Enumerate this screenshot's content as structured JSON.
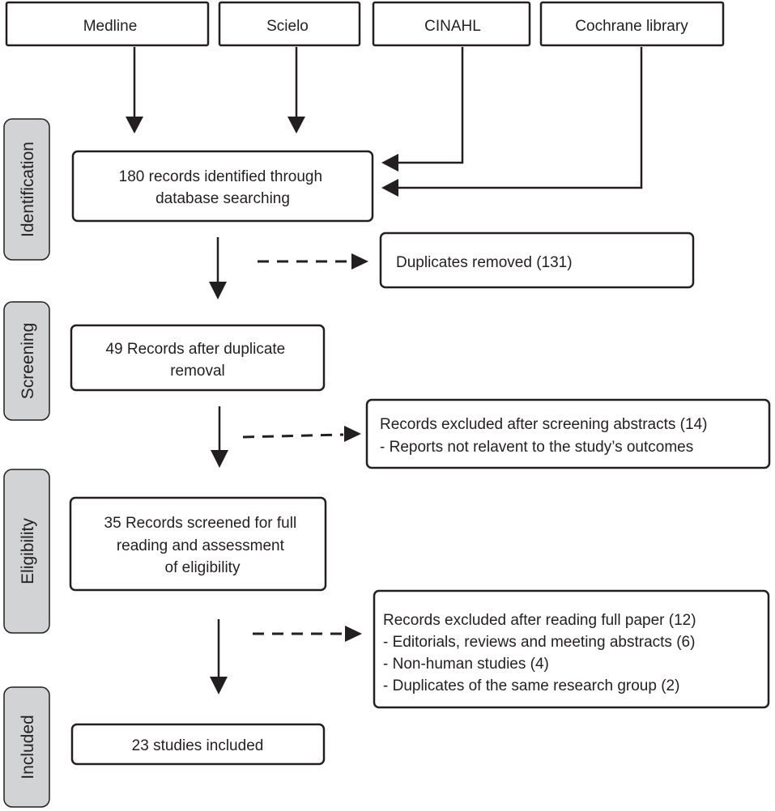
{
  "sources": {
    "medline": "Medline",
    "scielo": "Scielo",
    "cinahl": "CINAHL",
    "cochrane": "Cochrane library"
  },
  "stages": {
    "identification": "Identification",
    "screening": "Screening",
    "eligibility": "Eligibility",
    "included": "Included"
  },
  "boxes": {
    "identified": [
      "180 records identified through",
      "database searching"
    ],
    "duplicates": [
      "Duplicates removed (131)"
    ],
    "after_duplicates": [
      "49 Records after duplicate",
      "removal"
    ],
    "excluded_screening": [
      "Records excluded after screening abstracts (14)",
      "- Reports not relavent to the study’s outcomes"
    ],
    "full_reading": [
      "35 Records screened for full",
      "reading and assessment",
      "of eligibility"
    ],
    "excluded_full": [
      "Records excluded after reading full paper (12)",
      "- Editorials, reviews and meeting abstracts (6)",
      "- Non-human studies (4)",
      "- Duplicates of the same research group (2)"
    ],
    "included": [
      "23 studies included"
    ]
  },
  "colors": {
    "ink": "#231f20",
    "stage_fill": "#d1d3d4",
    "background": "#ffffff"
  }
}
